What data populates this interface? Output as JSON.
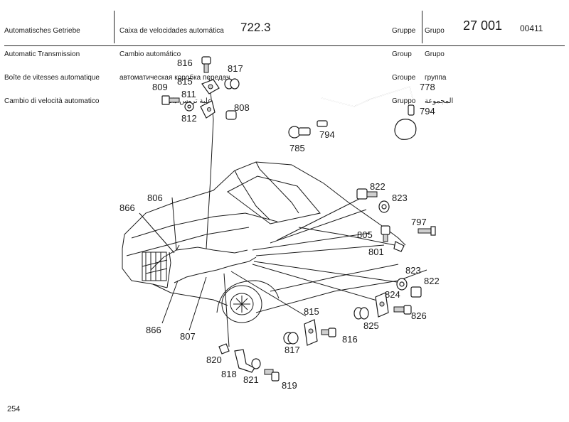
{
  "header": {
    "left_lines": [
      "Automatisches Getriebe",
      "Automatic Transmission",
      "Boîte de vitesses automatique",
      "Cambio di velocità automatico"
    ],
    "mid_lines": [
      "Caixa de velocidades automática",
      "Cambio automático",
      "автоматическая коробка передач",
      "علبة تروس ذاتية"
    ],
    "model": "722.3",
    "group_left": [
      "Gruppe",
      "Group",
      "Groupe",
      "Gruppo"
    ],
    "group_right": [
      "Grupo",
      "Grupo",
      "группа",
      "المجموعة"
    ],
    "group_number": "27 001",
    "doc_number": "00411"
  },
  "footer": {
    "page_number": "254"
  },
  "parts": {
    "p816a": "816",
    "p817a": "817",
    "p815a": "815",
    "p809": "809",
    "p811": "811",
    "p812": "812",
    "p808": "808",
    "p778": "778",
    "p794a": "794",
    "p794b": "794",
    "p785": "785",
    "p822a": "822",
    "p823a": "823",
    "p797": "797",
    "p805": "805",
    "p801": "801",
    "p823b": "823",
    "p822b": "822",
    "p824": "824",
    "p825": "825",
    "p826": "826",
    "p806": "806",
    "p866a": "866",
    "p866b": "866",
    "p807": "807",
    "p815b": "815",
    "p817b": "817",
    "p816b": "816",
    "p820": "820",
    "p818": "818",
    "p821": "821",
    "p819": "819"
  }
}
